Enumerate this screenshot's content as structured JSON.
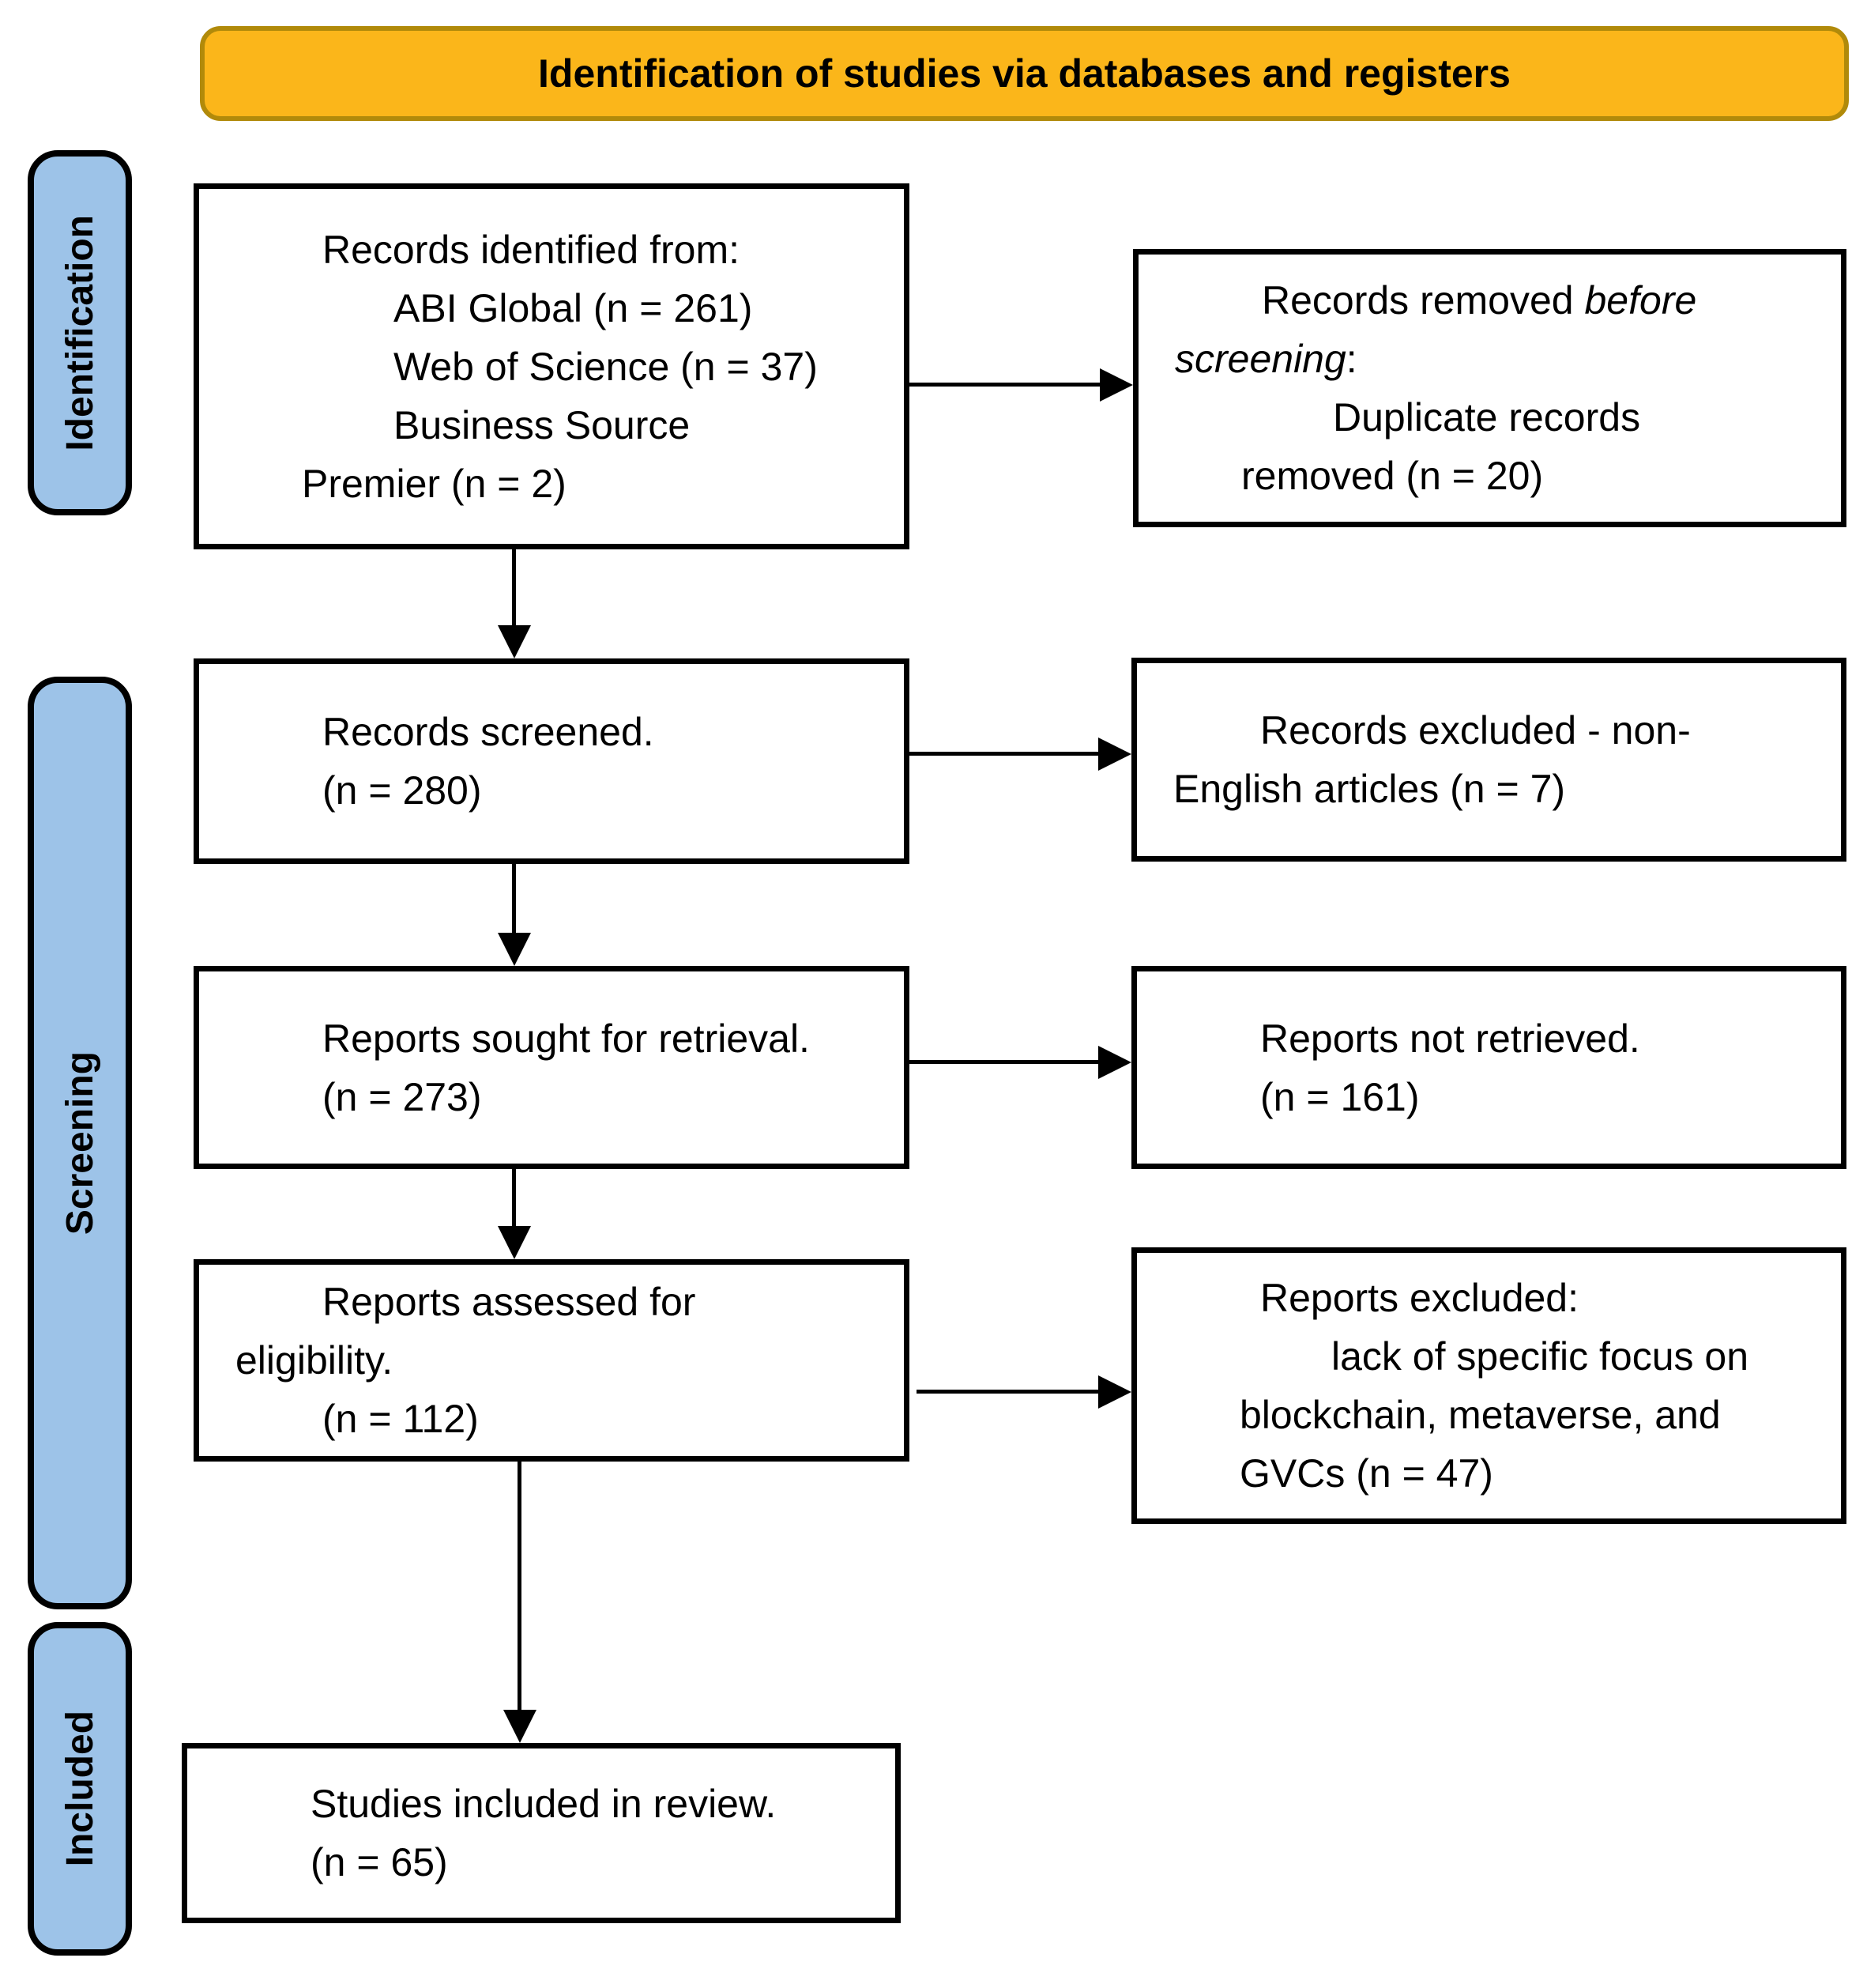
{
  "header": {
    "title": "Identification of studies via databases and registers"
  },
  "stages": [
    {
      "label": "Identification"
    },
    {
      "label": "Screening"
    },
    {
      "label": "Included"
    }
  ],
  "boxes": {
    "records_identified": {
      "lines": [
        {
          "indent": "c",
          "segments": [
            {
              "text": "Records identified from:"
            }
          ]
        },
        {
          "indent": "d",
          "segments": [
            {
              "text": "ABI Global (n = 261)"
            }
          ]
        },
        {
          "indent": "d",
          "segments": [
            {
              "text": "Web of Science (n = 37)"
            }
          ]
        },
        {
          "indent": "d",
          "segments": [
            {
              "text": "Business Source"
            }
          ]
        },
        {
          "indent": "b",
          "segments": [
            {
              "text": "Premier (n = 2)"
            }
          ]
        }
      ]
    },
    "records_removed": {
      "lines": [
        {
          "indent": "c",
          "segments": [
            {
              "text": "Records removed "
            },
            {
              "text": "before",
              "italic": true
            }
          ]
        },
        {
          "indent": "a",
          "segments": [
            {
              "text": "screening",
              "italic": true
            },
            {
              "text": ":"
            }
          ]
        },
        {
          "indent": "d",
          "segments": [
            {
              "text": "Duplicate records"
            }
          ]
        },
        {
          "indent": "b",
          "segments": [
            {
              "text": "removed (n = 20)"
            }
          ]
        }
      ]
    },
    "records_screened": {
      "lines": [
        {
          "indent": "c",
          "segments": [
            {
              "text": "Records screened."
            }
          ]
        },
        {
          "indent": "c",
          "segments": [
            {
              "text": "(n = 280)"
            }
          ]
        }
      ]
    },
    "records_excluded": {
      "lines": [
        {
          "indent": "c",
          "segments": [
            {
              "text": "Records excluded - non-"
            }
          ]
        },
        {
          "indent": "a",
          "segments": [
            {
              "text": "English articles (n = 7)"
            }
          ]
        }
      ]
    },
    "reports_sought": {
      "lines": [
        {
          "indent": "c",
          "segments": [
            {
              "text": "Reports sought for retrieval."
            }
          ]
        },
        {
          "indent": "c",
          "segments": [
            {
              "text": "(n = 273)"
            }
          ]
        }
      ]
    },
    "reports_not_retrieved": {
      "lines": [
        {
          "indent": "c",
          "segments": [
            {
              "text": "Reports not retrieved."
            }
          ]
        },
        {
          "indent": "c",
          "segments": [
            {
              "text": "(n = 161)"
            }
          ]
        }
      ]
    },
    "reports_assessed": {
      "lines": [
        {
          "indent": "c",
          "segments": [
            {
              "text": "Reports assessed for"
            }
          ]
        },
        {
          "indent": "a",
          "segments": [
            {
              "text": "eligibility."
            }
          ]
        },
        {
          "indent": "c",
          "segments": [
            {
              "text": "(n = 112)"
            }
          ]
        }
      ]
    },
    "reports_excluded": {
      "lines": [
        {
          "indent": "c",
          "segments": [
            {
              "text": "Reports excluded:"
            }
          ]
        },
        {
          "indent": "d",
          "segments": [
            {
              "text": "lack of specific focus on"
            }
          ]
        },
        {
          "indent": "b",
          "segments": [
            {
              "text": "blockchain, metaverse, and"
            }
          ]
        },
        {
          "indent": "b",
          "segments": [
            {
              "text": "GVCs (n = 47)"
            }
          ]
        }
      ]
    },
    "studies_included": {
      "lines": [
        {
          "indent": "c",
          "segments": [
            {
              "text": "Studies included in review."
            }
          ]
        },
        {
          "indent": "c",
          "segments": [
            {
              "text": "(n = 65)"
            }
          ]
        }
      ]
    }
  },
  "colors": {
    "banner_fill": "#FBB61A",
    "banner_border": "#B18A0A",
    "stage_fill": "#9DC3E8",
    "stage_border": "#000000",
    "box_border": "#000000",
    "arrow_color": "#000000",
    "text_color": "#000000"
  }
}
